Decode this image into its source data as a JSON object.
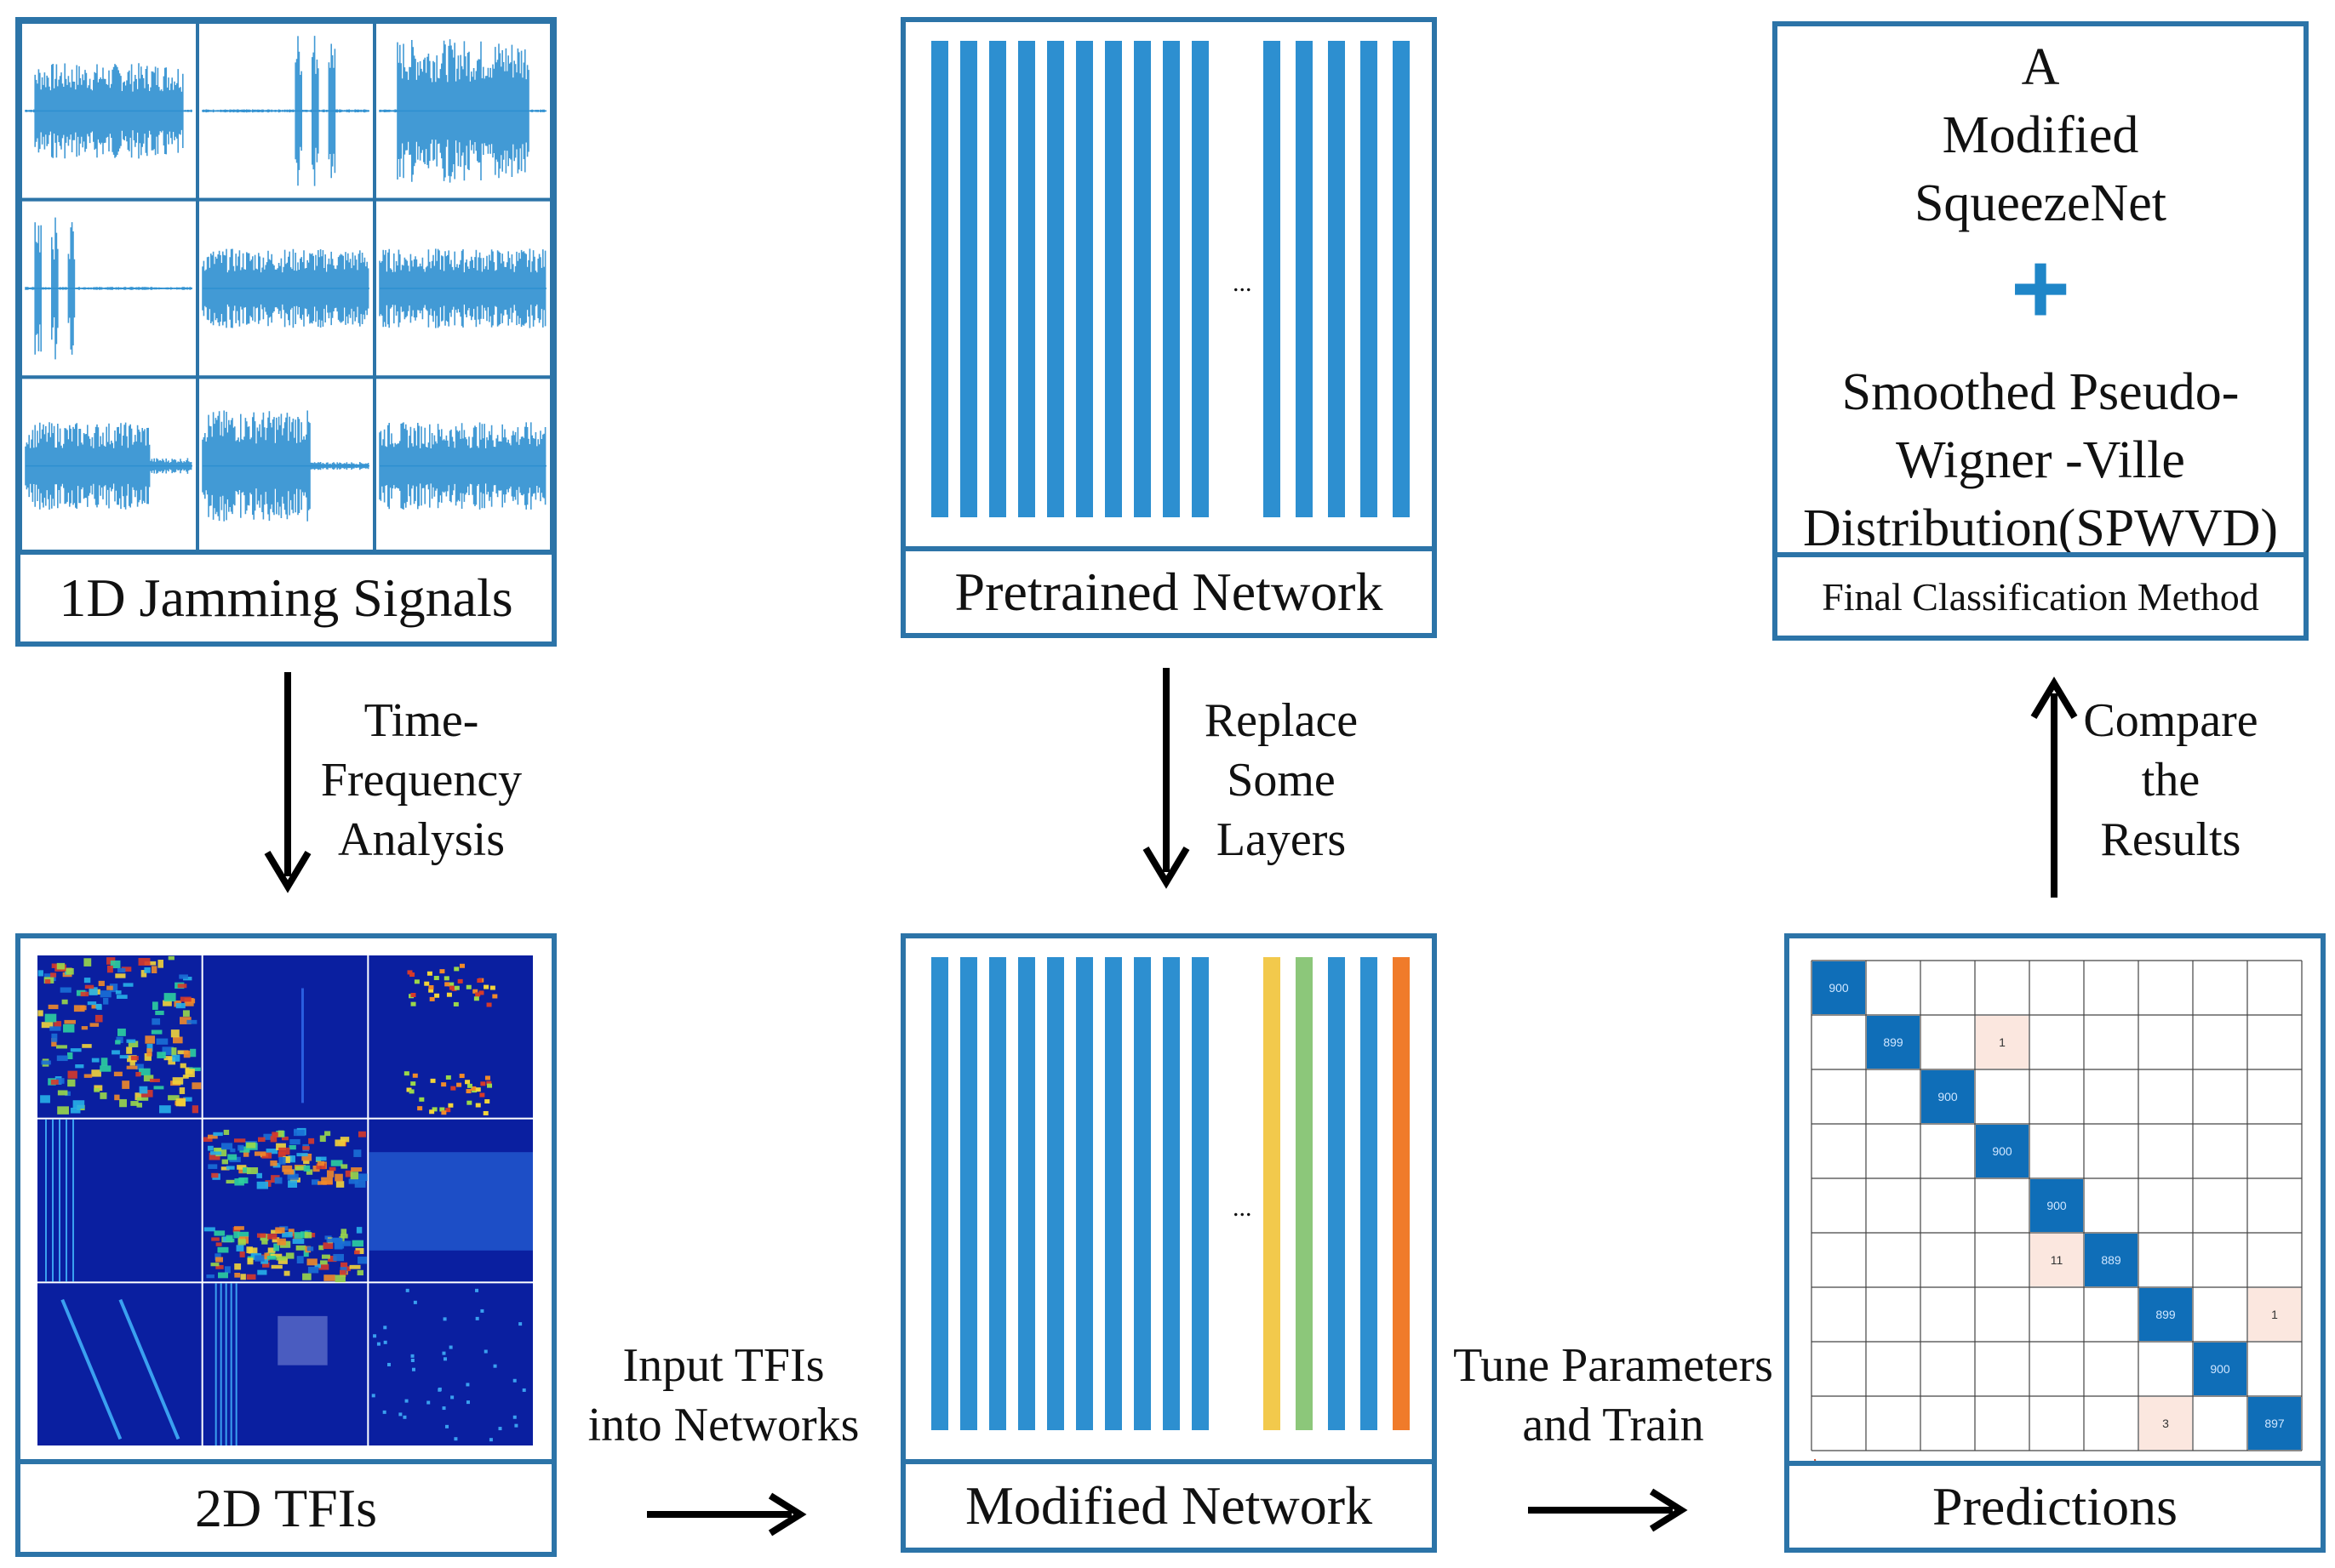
{
  "panels": {
    "jamming": {
      "label": "1D Jamming Signals"
    },
    "tfi": {
      "label": "2D TFIs"
    },
    "pretrained": {
      "label": "Pretrained Network",
      "ellipsis": "..."
    },
    "modified": {
      "label": "Modified Network",
      "ellipsis": "..."
    },
    "predictions": {
      "label": "Predictions"
    },
    "final": {
      "label": "Final Classification Method",
      "line1": "A",
      "line2": "Modified",
      "line3": "SqueezeNet",
      "plus": "+",
      "line4": "Smoothed Pseudo-",
      "line5": "Wigner -Ville",
      "line6": "Distribution(SPWVD)"
    }
  },
  "steps": {
    "tfa": {
      "line1": "Time-",
      "line2": "Frequency",
      "line3": "Analysis"
    },
    "replace": {
      "line1": "Replace",
      "line2": "Some",
      "line3": "Layers"
    },
    "compare": {
      "line1": "Compare",
      "line2": "the",
      "line3": "Results"
    },
    "input": {
      "line1": "Input TFIs",
      "line2": "into Networks"
    },
    "tune": {
      "line1": "Tune Parameters",
      "line2": "and Train"
    }
  },
  "confusion": {
    "diagonal": [
      "900",
      "899",
      "900",
      "900",
      "900",
      "889",
      "899",
      "900",
      "897"
    ],
    "off_diagonal": [
      {
        "row": 1,
        "col": 3,
        "value": "1"
      },
      {
        "row": 5,
        "col": 4,
        "value": "11"
      },
      {
        "row": 6,
        "col": 8,
        "value": "1"
      },
      {
        "row": 8,
        "col": 6,
        "value": "3"
      }
    ]
  },
  "colors": {
    "border": "#2c74a8",
    "bar": "#2d8fd0",
    "bar_yellow": "#f2c94c",
    "bar_green": "#8cc77a",
    "bar_orange": "#f07b2a"
  }
}
